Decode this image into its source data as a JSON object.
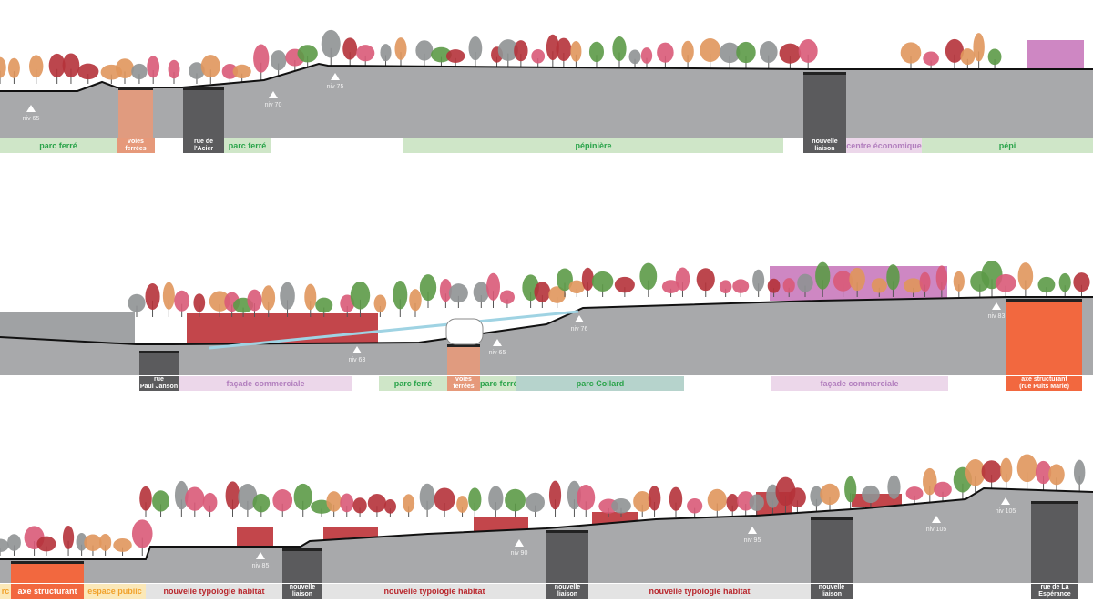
{
  "colors": {
    "ground": "#a8a9ab",
    "sky": "#ffffff",
    "road": "#5b5b5d",
    "rail": "#e6997a",
    "axis": "#f2683f",
    "tree_red": "#b5323a",
    "tree_pink": "#d95a78",
    "tree_orange": "#e0965c",
    "tree_green": "#5c9a47",
    "tree_grey": "#8f9294",
    "building_red": "#b8262c",
    "building_pink": "#c572b8",
    "green_zone": "#cfe6c8",
    "green_text": "#2aa34a",
    "purple_zone": "#ecd7ea",
    "purple_text": "#b27fbe",
    "teal_zone": "#b6d3cc",
    "grey_zone": "#e3e3e3",
    "habitat_text": "#b8262c",
    "yellow_zone": "#fbe8b8",
    "yellow_text": "#f1a22c",
    "bridge": "#9fd3e3"
  },
  "sections": [
    {
      "id": "section-1",
      "levels": [
        "niv 65",
        "niv 70",
        "niv 75"
      ],
      "zones": [
        {
          "label": "parc ferré",
          "kind": "green"
        },
        {
          "label": "voies\nferrées",
          "kind": "rail"
        },
        {
          "label": "rue de\nl'Acier",
          "kind": "road"
        },
        {
          "label": "parc ferré",
          "kind": "green"
        },
        {
          "label": "pépinière",
          "kind": "green"
        },
        {
          "label": "nouvelle\nliaison",
          "kind": "road"
        },
        {
          "label": "centre économique",
          "kind": "purple"
        },
        {
          "label": "pépi",
          "kind": "green"
        }
      ]
    },
    {
      "id": "section-2",
      "levels": [
        "niv 63",
        "niv 65",
        "niv 76",
        "niv 83"
      ],
      "zones": [
        {
          "label": "rue\nPaul Janson",
          "kind": "road"
        },
        {
          "label": "façade commerciale",
          "kind": "purple"
        },
        {
          "label": "parc ferré",
          "kind": "green"
        },
        {
          "label": "voies\nferrées",
          "kind": "rail"
        },
        {
          "label": "parc ferré",
          "kind": "green"
        },
        {
          "label": "parc Collard",
          "kind": "teal"
        },
        {
          "label": "façade commerciale",
          "kind": "purple"
        },
        {
          "label": "axe structurant\n(rue Puits Marie)",
          "kind": "axis"
        }
      ]
    },
    {
      "id": "section-3",
      "levels": [
        "niv 85",
        "niv 90",
        "niv 95",
        "niv 105",
        "niv 105"
      ],
      "zones": [
        {
          "label": "rc",
          "kind": "yellow"
        },
        {
          "label": "axe structurant",
          "kind": "axis"
        },
        {
          "label": "espace public",
          "kind": "yellow"
        },
        {
          "label": "nouvelle typologie habitat",
          "kind": "grey"
        },
        {
          "label": "nouvelle\nliaison",
          "kind": "road"
        },
        {
          "label": "nouvelle typologie habitat",
          "kind": "grey"
        },
        {
          "label": "nouvelle\nliaison",
          "kind": "road"
        },
        {
          "label": "nouvelle typologie habitat",
          "kind": "grey"
        },
        {
          "label": "nouvelle\nliaison",
          "kind": "road"
        },
        {
          "label": "rue de La\nEspérance",
          "kind": "road"
        }
      ]
    }
  ]
}
